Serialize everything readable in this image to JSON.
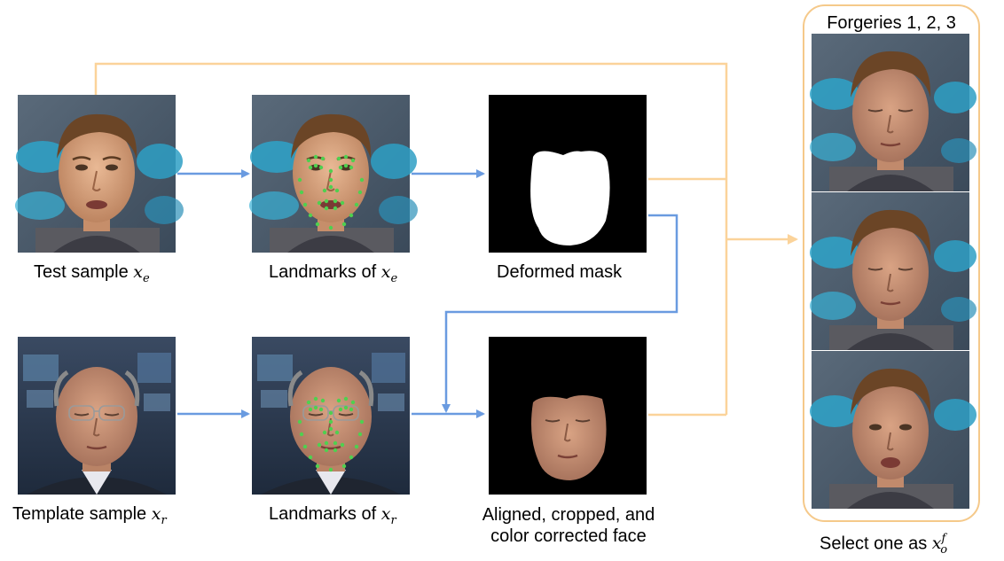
{
  "labels": {
    "test_sample": "Test sample",
    "test_var": "x",
    "test_sub": "e",
    "landmarks_e": "Landmarks of",
    "landmarks_e_var": "x",
    "landmarks_e_sub": "e",
    "deformed_mask": "Deformed mask",
    "template_sample": "Template sample",
    "template_var": "x",
    "template_sub": "r",
    "landmarks_r": "Landmarks of",
    "landmarks_r_var": "x",
    "landmarks_r_sub": "r",
    "aligned_line1": "Aligned, cropped, and",
    "aligned_line2": "color corrected face",
    "forgeries_title": "Forgeries 1, 2, 3",
    "select_one": "Select one as",
    "select_var": "x",
    "select_sub": "o",
    "select_sup": "f"
  },
  "colors": {
    "blue_arrow": "#6a9be0",
    "orange_line": "#fbd39a",
    "panel_border": "#f5c98a",
    "landmark_dot": "#4fd04f",
    "mask_bg": "#000000"
  }
}
